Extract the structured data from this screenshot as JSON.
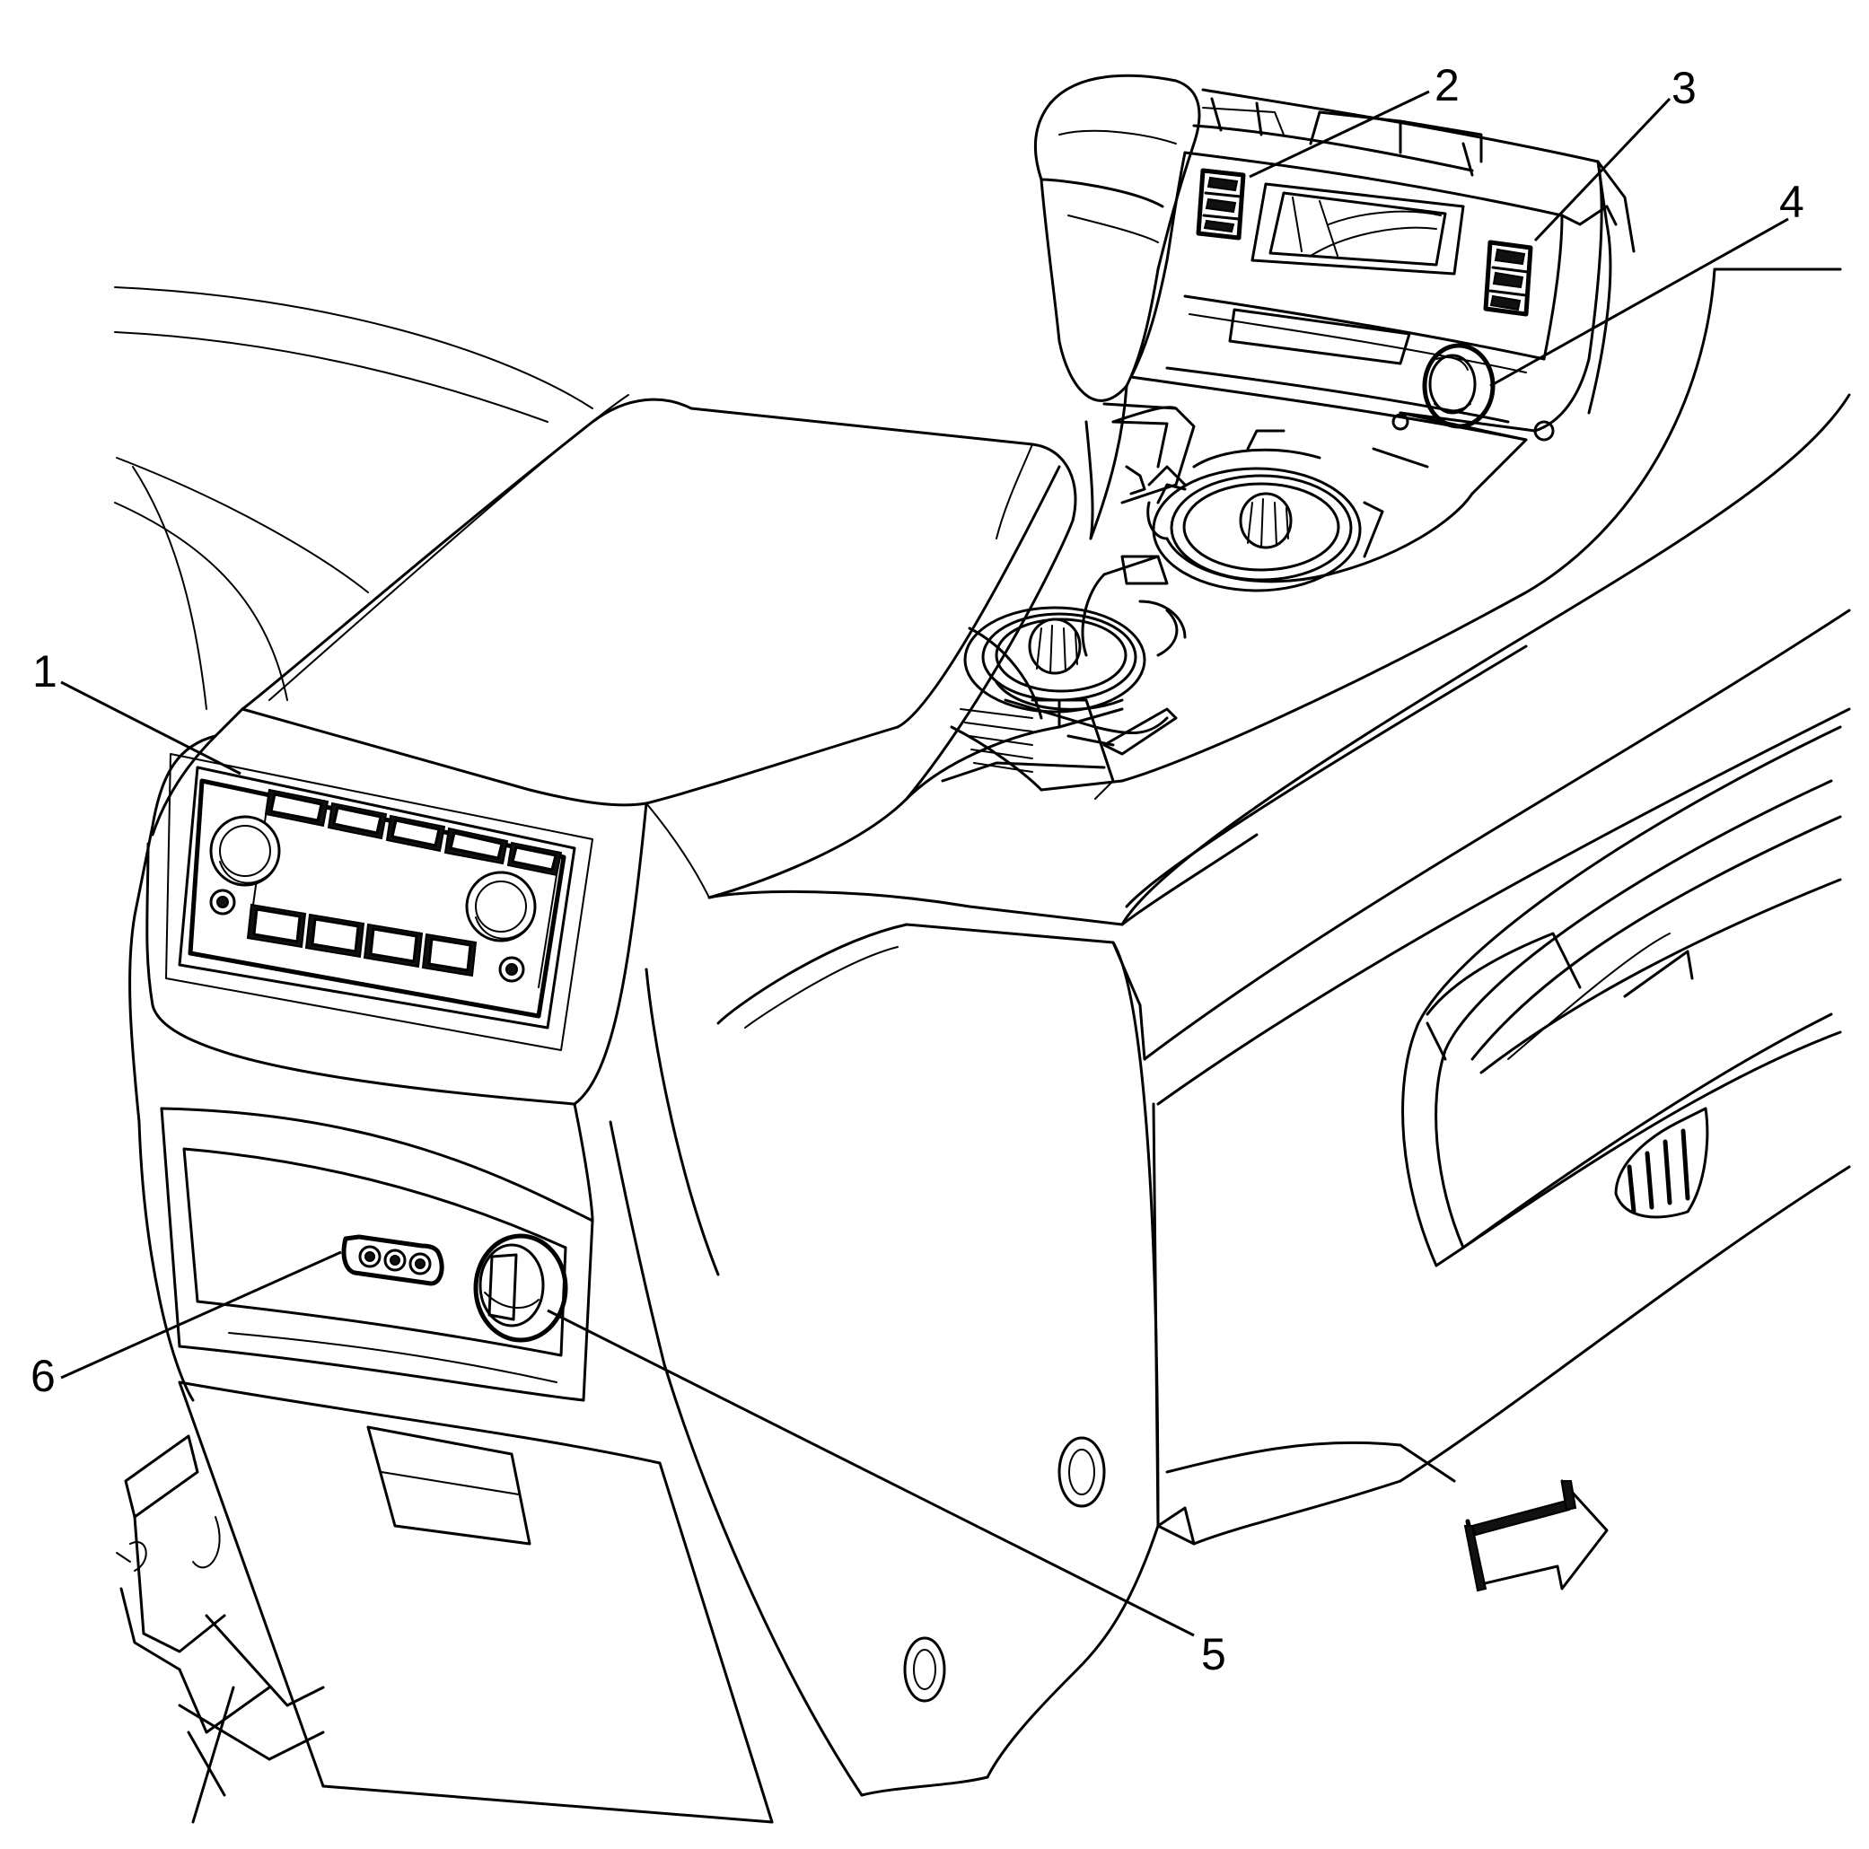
{
  "callouts": [
    {
      "id": "1",
      "label": "1"
    },
    {
      "id": "2",
      "label": "2"
    },
    {
      "id": "3",
      "label": "3"
    },
    {
      "id": "4",
      "label": "4"
    },
    {
      "id": "5",
      "label": "5"
    },
    {
      "id": "6",
      "label": "6"
    }
  ],
  "icons": {
    "view_direction": "view-direction-arrow-icon"
  },
  "colors": {
    "line": "#000000",
    "background": "#ffffff"
  }
}
